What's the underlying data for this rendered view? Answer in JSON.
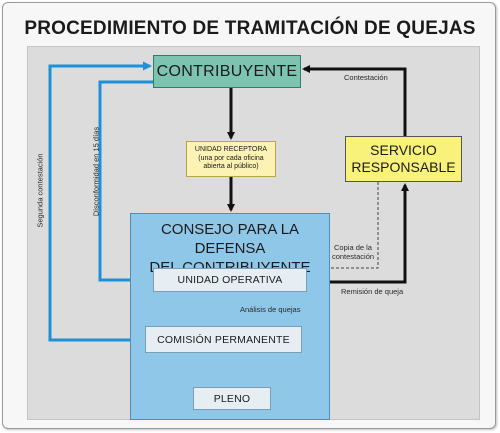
{
  "title": "PROCEDIMIENTO DE TRAMITACIÓN DE QUEJAS",
  "nodes": {
    "contribuyente": "CONTRIBUYENTE",
    "unidad_receptora": [
      "UNIDAD RECEPTORA",
      "(una por cada oficina",
      "abierta al público)"
    ],
    "servicio_responsable": [
      "SERVICIO",
      "RESPONSABLE"
    ],
    "consejo": [
      "CONSEJO PARA LA DEFENSA",
      "DEL CONTRIBUYENTE"
    ],
    "unidad_operativa": "UNIDAD OPERATIVA",
    "comision_permanente": "COMISIÓN PERMANENTE",
    "pleno": "PLENO"
  },
  "edge_labels": {
    "contestacion": "Contestación",
    "copia": [
      "Copia de la",
      "contestación"
    ],
    "remision": "Remisión de queja",
    "analisis": "Análisis de quejas",
    "segunda_contestacion": "Segunda contestación",
    "disconformidad": "Disconformidad en 15 días"
  },
  "colors": {
    "contribuyente_fill": "#7cc4b0",
    "receptora_fill": "#fbf2b4",
    "servicio_fill": "#f8f27a",
    "consejo_fill": "#8fc7e8",
    "blue_arrow": "#1f8fd6",
    "black_arrow": "#111111"
  }
}
